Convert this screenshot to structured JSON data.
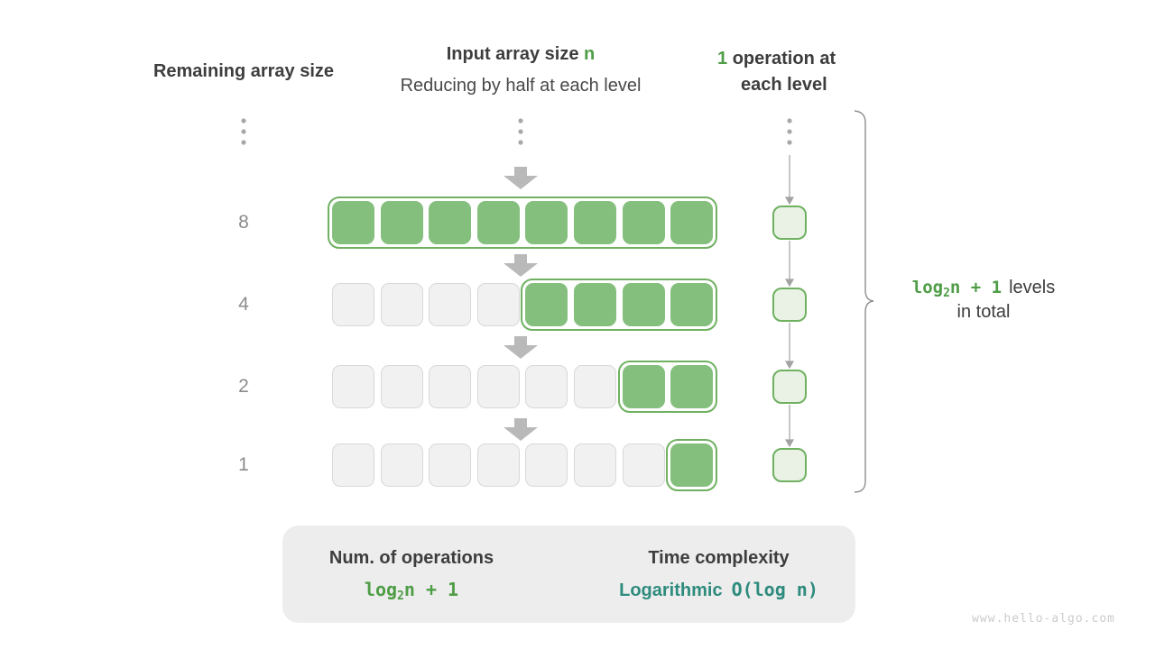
{
  "palette": {
    "green_fill": "#85bf7e",
    "green_border": "#6fb161",
    "green_text": "#4f9d46",
    "op_box_fill": "#e9f2e4",
    "gray_cell_fill": "#f1f1f1",
    "gray_cell_border": "#d8d8d8",
    "dark_text": "#3d3d3d",
    "subdark_text": "#494949",
    "midgray_text": "#8c8c8c",
    "thick_arrow": "#b9b9b9",
    "light_arrow": "#c6c6c6",
    "line_gray": "#a3a3a3",
    "dots_gray": "#a8a8a8",
    "brace_gray": "#8f8f8f",
    "teal_text": "#2e8b7d",
    "panel_fill": "#ededed",
    "watermark_text": "#cbcbcb"
  },
  "headers": {
    "left": "Remaining array size",
    "center_title": "Input array size",
    "center_title_accent": "n",
    "center_subtitle": "Reducing by half at each level",
    "right_accent": "1",
    "right_line1": "operation at",
    "right_line2": "each level"
  },
  "rows": [
    {
      "size": "8",
      "total": 8,
      "active": 8
    },
    {
      "size": "4",
      "total": 8,
      "active": 4
    },
    {
      "size": "2",
      "total": 8,
      "active": 2
    },
    {
      "size": "1",
      "total": 8,
      "active": 1
    }
  ],
  "brace_label": {
    "formula_pre": "log",
    "formula_sub": "2",
    "formula_post": "n + 1",
    "rest_line1": "levels",
    "rest_line2": "in total"
  },
  "summary": {
    "left_title": "Num. of operations",
    "formula_pre": "log",
    "formula_sub": "2",
    "formula_post": "n + 1",
    "right_title": "Time complexity",
    "complexity_name": "Logarithmic",
    "complexity_notation": "O(log n)"
  },
  "watermark": "www.hello-algo.com"
}
